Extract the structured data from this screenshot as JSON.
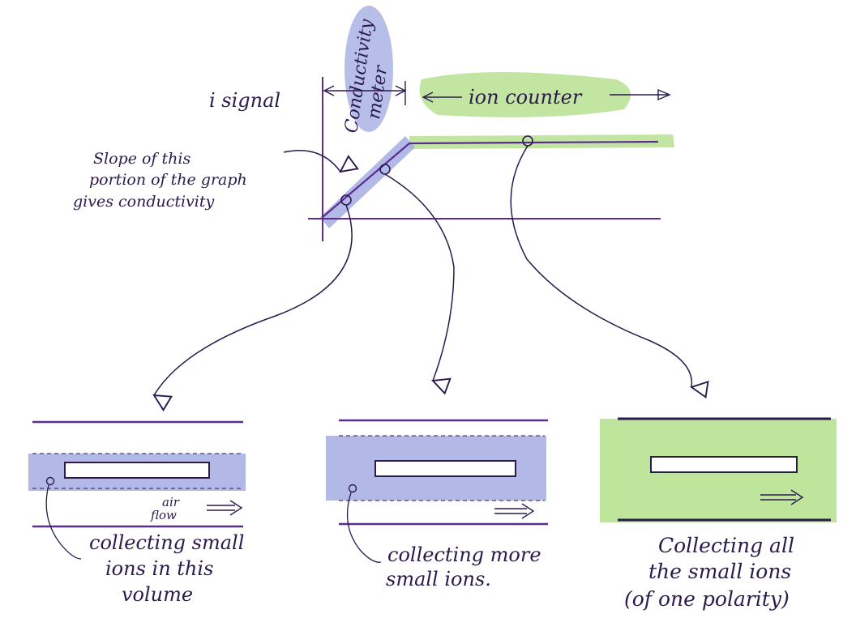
{
  "labels": {
    "conductivity_meter_line1": "Conductivity",
    "conductivity_meter_line2": "meter",
    "ion_counter": "ion counter",
    "i_signal": "i signal",
    "slope_line1": "Slope of this",
    "slope_line2": "portion of the graph",
    "slope_line3": "gives conductivity",
    "air_flow_line1": "air",
    "air_flow_line2": "flow",
    "caption1_line1": "collecting small",
    "caption1_line2": "ions in this",
    "caption1_line3": "volume",
    "caption2_line1": "collecting more",
    "caption2_line2": "small ions.",
    "caption3_line1": "Collecting all",
    "caption3_line2": "the small ions",
    "caption3_line3": "(of one polarity)"
  },
  "colors": {
    "ink": "#2a1a4e",
    "purple": "#5b2d8e",
    "blue_shade": "#9fa8e0",
    "green_shade": "#a8dc7a"
  },
  "icons": {
    "arrow": "open-triangle-arrowhead",
    "flow": "double-line-arrow"
  }
}
